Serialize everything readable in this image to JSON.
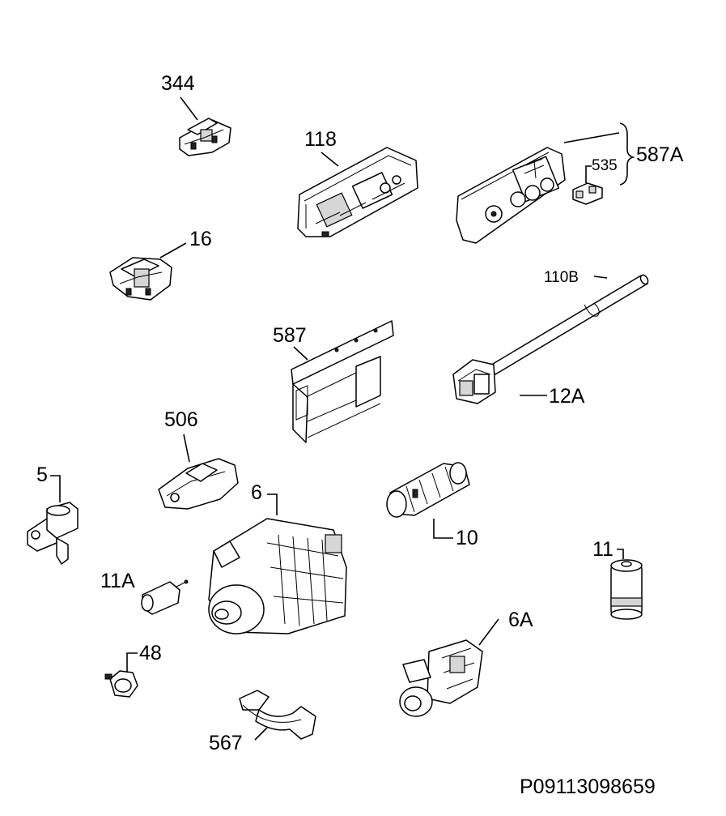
{
  "labels": {
    "p344": "344",
    "p118": "118",
    "p535": "535",
    "p587A": "587A",
    "p16": "16",
    "p110B": "110B",
    "p587": "587",
    "p12A": "12A",
    "p506": "506",
    "p5": "5",
    "p6": "6",
    "p10": "10",
    "p11": "11",
    "p11A": "11A",
    "p48": "48",
    "p6A": "6A",
    "p567": "567"
  },
  "footer": {
    "drawing_code": "P09113098659"
  }
}
